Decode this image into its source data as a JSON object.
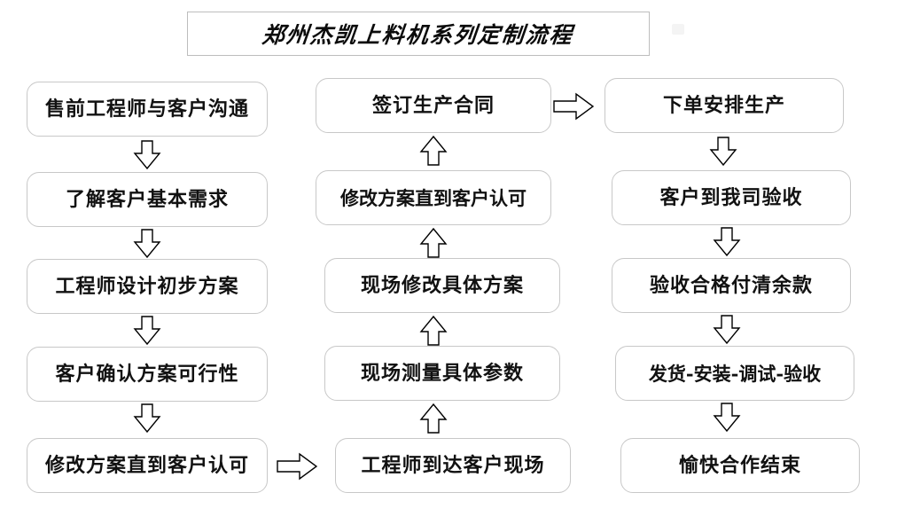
{
  "title": {
    "text": "郑州杰凯上料机系列定制流程"
  },
  "colors": {
    "box_border": "#c8c8c8",
    "title_border": "#bdbdbd",
    "text": "#111111",
    "arrow_stroke": "#000000",
    "background": "#ffffff"
  },
  "columns": [
    {
      "name": "column-1",
      "direction": "top-to-bottom",
      "nodes": [
        {
          "label": "售前工程师与客户沟通"
        },
        {
          "label": "了解客户基本需求"
        },
        {
          "label": "工程师设计初步方案"
        },
        {
          "label": "客户确认方案可行性"
        },
        {
          "label": "修改方案直到客户认可"
        }
      ]
    },
    {
      "name": "column-2",
      "direction": "bottom-to-top",
      "nodes": [
        {
          "label": "签订生产合同"
        },
        {
          "label": "修改方案直到客户认可"
        },
        {
          "label": "现场修改具体方案"
        },
        {
          "label": "现场测量具体参数"
        },
        {
          "label": "工程师到达客户现场"
        }
      ]
    },
    {
      "name": "column-3",
      "direction": "top-to-bottom",
      "nodes": [
        {
          "label": "下单安排生产"
        },
        {
          "label": "客户到我司验收"
        },
        {
          "label": "验收合格付清余款"
        },
        {
          "label": "发货-安装-调试-验收"
        },
        {
          "label": "愉快合作结束"
        }
      ]
    }
  ],
  "connectors": [
    {
      "name": "c1-r1-r2",
      "type": "arrow-down"
    },
    {
      "name": "c1-r2-r3",
      "type": "arrow-down"
    },
    {
      "name": "c1-r3-r4",
      "type": "arrow-down"
    },
    {
      "name": "c1-r4-r5",
      "type": "arrow-down"
    },
    {
      "name": "c1-to-c2",
      "type": "arrow-right"
    },
    {
      "name": "c2-r5-r4",
      "type": "arrow-up"
    },
    {
      "name": "c2-r4-r3",
      "type": "arrow-up"
    },
    {
      "name": "c2-r3-r2",
      "type": "arrow-up"
    },
    {
      "name": "c2-r2-r1",
      "type": "arrow-up"
    },
    {
      "name": "c2-to-c3",
      "type": "arrow-right"
    },
    {
      "name": "c3-r1-r2",
      "type": "arrow-down"
    },
    {
      "name": "c3-r2-r3",
      "type": "arrow-down"
    },
    {
      "name": "c3-r3-r4",
      "type": "arrow-down"
    },
    {
      "name": "c3-r4-r5",
      "type": "arrow-down"
    }
  ]
}
